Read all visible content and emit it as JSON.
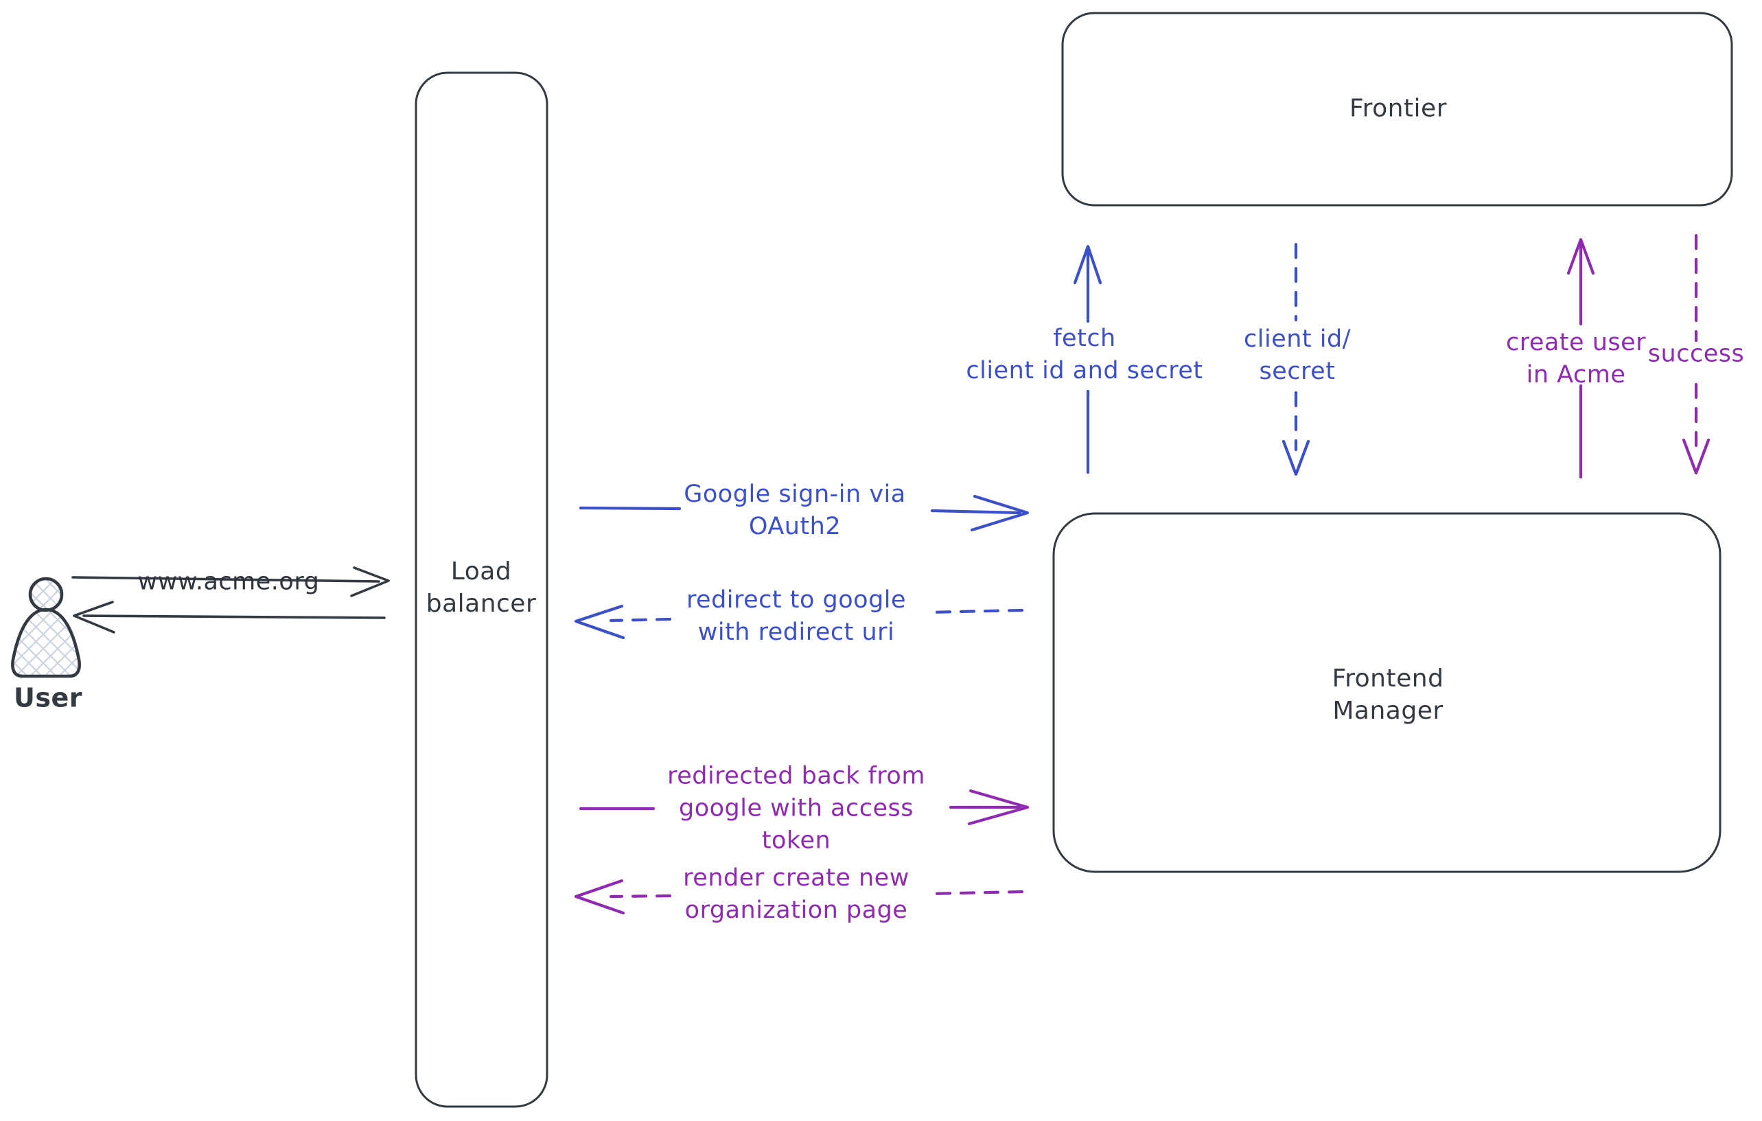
{
  "diagram": {
    "nodes": {
      "user": {
        "label": "User",
        "shape": "person"
      },
      "load_balancer": {
        "label": "Load\nbalancer",
        "shape": "rounded-rect"
      },
      "frontier": {
        "label": "Frontier",
        "shape": "rounded-rect"
      },
      "frontend_manager": {
        "label": "Frontend\nManager",
        "shape": "rounded-rect"
      }
    },
    "edges": [
      {
        "id": "user-to-loadbalancer",
        "from": "user",
        "to": "load_balancer",
        "label": "www.acme.org",
        "style": "solid",
        "color": "ink",
        "direction": "right"
      },
      {
        "id": "loadbalancer-to-user",
        "from": "load_balancer",
        "to": "user",
        "label": "",
        "style": "solid",
        "color": "ink",
        "direction": "left"
      },
      {
        "id": "loadbalancer-to-frontendmanager-signin",
        "from": "load_balancer",
        "to": "frontend_manager",
        "label": "Google sign-in via\nOAuth2",
        "style": "solid",
        "color": "blue",
        "direction": "right"
      },
      {
        "id": "frontendmanager-to-loadbalancer-redirect",
        "from": "frontend_manager",
        "to": "load_balancer",
        "label": "redirect to google\nwith redirect uri",
        "style": "dashed",
        "color": "blue",
        "direction": "left"
      },
      {
        "id": "loadbalancer-to-frontendmanager-token",
        "from": "load_balancer",
        "to": "frontend_manager",
        "label": "redirected back from\ngoogle with access\ntoken",
        "style": "solid",
        "color": "purple",
        "direction": "right"
      },
      {
        "id": "frontendmanager-to-loadbalancer-render",
        "from": "frontend_manager",
        "to": "load_balancer",
        "label": "render create new\norganization page",
        "style": "dashed",
        "color": "purple",
        "direction": "left"
      },
      {
        "id": "frontendmanager-to-frontier-fetch",
        "from": "frontend_manager",
        "to": "frontier",
        "label": "fetch\nclient id and secret",
        "style": "solid",
        "color": "blue",
        "direction": "up"
      },
      {
        "id": "frontier-to-frontendmanager-clientid",
        "from": "frontier",
        "to": "frontend_manager",
        "label": "client id/\nsecret",
        "style": "dashed",
        "color": "blue",
        "direction": "down"
      },
      {
        "id": "frontendmanager-to-frontier-createuser",
        "from": "frontend_manager",
        "to": "frontier",
        "label": "create user\nin Acme",
        "style": "solid",
        "color": "purple",
        "direction": "up"
      },
      {
        "id": "frontier-to-frontendmanager-success",
        "from": "frontier",
        "to": "frontend_manager",
        "label": "success",
        "style": "dashed",
        "color": "purple",
        "direction": "down"
      }
    ]
  },
  "colors": {
    "ink": "#343a42",
    "blue": "#3c50c8",
    "purple": "#8f2bb1",
    "hatch": "#ccd3e0",
    "background": "#ffffff"
  }
}
